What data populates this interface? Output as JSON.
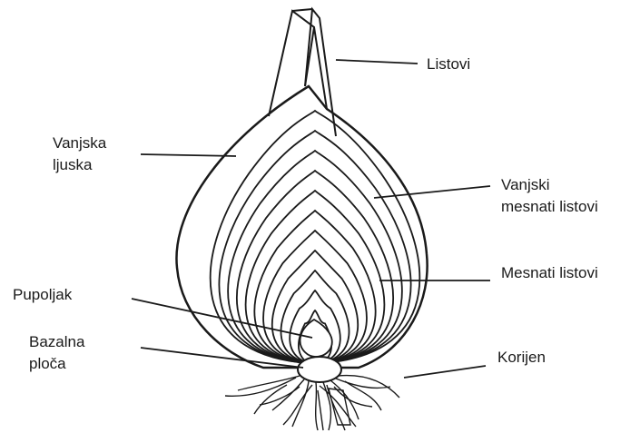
{
  "labels": {
    "listovi": "Listovi",
    "vanjska_ljuska": [
      "Vanjska",
      "ljuska"
    ],
    "vanjski_mesnati_listovi": [
      "Vanjski",
      "mesnati listovi"
    ],
    "mesnati_listovi": "Mesnati listovi",
    "pupoljak": "Pupoljak",
    "bazalna_ploca": [
      "Bazalna",
      "ploča"
    ],
    "korijen": "Korijen"
  },
  "colors": {
    "line": "#1a1a1a",
    "background": "#ffffff"
  }
}
